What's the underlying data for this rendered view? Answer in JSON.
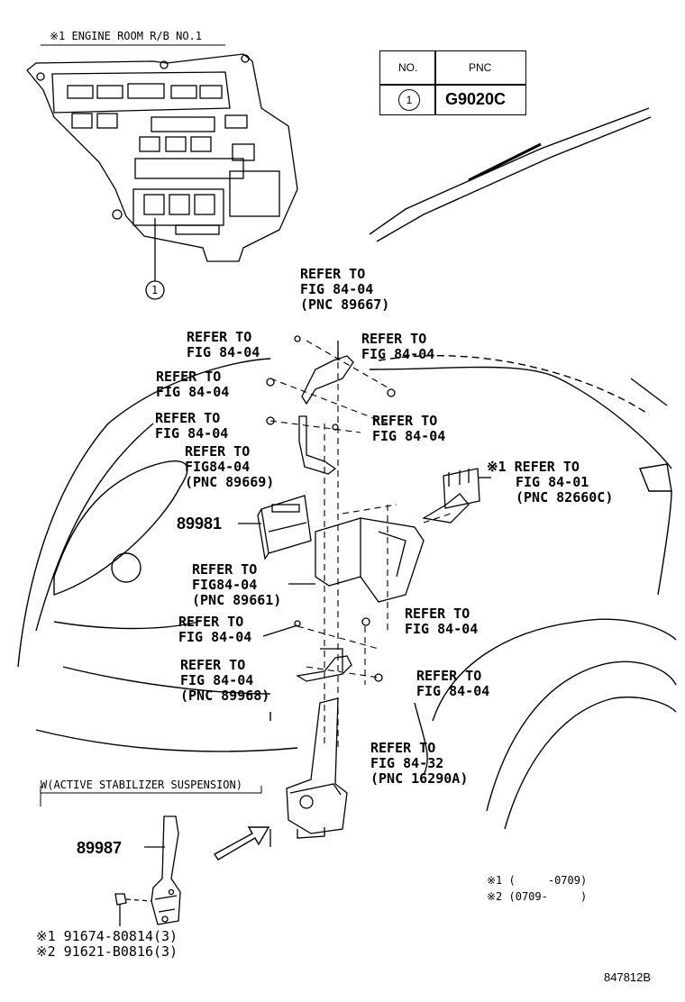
{
  "header_note": "※1 ENGINE ROOM R/B NO.1",
  "table": {
    "col_no": "NO.",
    "col_pnc": "PNC",
    "row_no": "1",
    "row_pnc": "G9020C"
  },
  "callout_symbol": "1",
  "labels": {
    "r1": [
      "REFER TO",
      "FIG 84-04",
      "(PNC 89667)"
    ],
    "r2": [
      "REFER TO",
      "FIG 84-04"
    ],
    "r3": [
      "REFER TO",
      "FIG 84-04"
    ],
    "r4": [
      "REFER TO",
      "FIG 84-04"
    ],
    "r5": [
      "REFER TO",
      "FIG 84-04"
    ],
    "r6": [
      "REFER TO",
      "FIG 84-04"
    ],
    "r7": [
      "REFER TO",
      "FIG84-04",
      "(PNC 89669)"
    ],
    "r8": [
      "※1 REFER TO",
      "FIG 84-01",
      "(PNC 82660C)"
    ],
    "r9": [
      "REFER TO",
      "FIG84-04",
      "(PNC 89661)"
    ],
    "r10": [
      "REFER TO",
      "FIG 84-04"
    ],
    "r11": [
      "REFER TO",
      "FIG 84-04"
    ],
    "r12": [
      "REFER TO",
      "FIG 84-04",
      "(PNC 89968)"
    ],
    "r13": [
      "REFER TO",
      "FIG 84-04"
    ],
    "r14": [
      "REFER TO",
      "FIG 84-32",
      "(PNC 16290A)"
    ]
  },
  "part_89981": "89981",
  "part_89987": "89987",
  "inset_title": "W(ACTIVE STABILIZER SUSPENSION)",
  "bolts": [
    "※1 91674-80814(3)",
    "※2 91621-B0816(3)"
  ],
  "legend": [
    "※1 (     -0709)",
    "※2 (0709-     )"
  ],
  "ref_code": "847812B"
}
